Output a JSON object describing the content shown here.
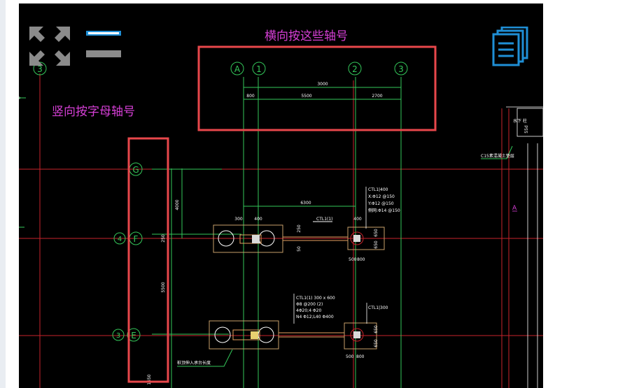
{
  "annotations": {
    "horizontal_note": "横向按这些轴号",
    "vertical_note": "竖向按字母轴号"
  },
  "axes": {
    "top_bubbles": [
      "A",
      "1",
      "2",
      "3"
    ],
    "left_bubbles": [
      "G",
      "F",
      "E"
    ],
    "corner_bubble": "3",
    "left_small_bubbles": [
      "4",
      "3"
    ]
  },
  "dimensions": {
    "total": "3000",
    "seg_a": "800",
    "seg_b": "5500",
    "seg_c": "2700",
    "g_f": "4000",
    "f_e": "5500",
    "f_offset": "250",
    "bottom": "1650",
    "grid_6300": "6300",
    "beam_300": "300",
    "beam_400a": "400",
    "beam_400b": "400",
    "beam_250": "250",
    "beam_50": "50",
    "p650a": "650",
    "p650b": "650",
    "p650c": "650",
    "p650d": "650",
    "p500a": "500",
    "p800a": "800",
    "p500b": "500",
    "p800b": "800"
  },
  "labels": {
    "ctl1": "CTL1(1)",
    "ctl1_400": "CTL1|400",
    "rebar_x": "X:Φ12 @150",
    "rebar_y": "Y:Φ12 @150",
    "rebar_mesh": "侧网:Φ14 @150",
    "ctl1_spec": "CTL1(1) 300 x 600",
    "stirrup": "Φ8 @200 (2)",
    "top_bar": "4Φ20;4 Φ20",
    "side_bar": "N4 Φ12;L40 Φ400",
    "ctl1_300": "CTL1|300",
    "cushion": "C15素混凝土垫层",
    "pile_note": "桩顶伸入承台长度",
    "right_a": "A",
    "right_note": "水下 柱",
    "right_small": "55d"
  },
  "colors": {
    "annotation": "#d63fd6",
    "highlight_box": "#e8474b",
    "axis_line": "#34c75a",
    "red_line": "#c8232b",
    "tool_gray": "#8b8b8b",
    "tool_blue": "#1f8fd6"
  },
  "icons": [
    "fullscreen-icon",
    "menu-lines-icon",
    "layers-icon"
  ]
}
